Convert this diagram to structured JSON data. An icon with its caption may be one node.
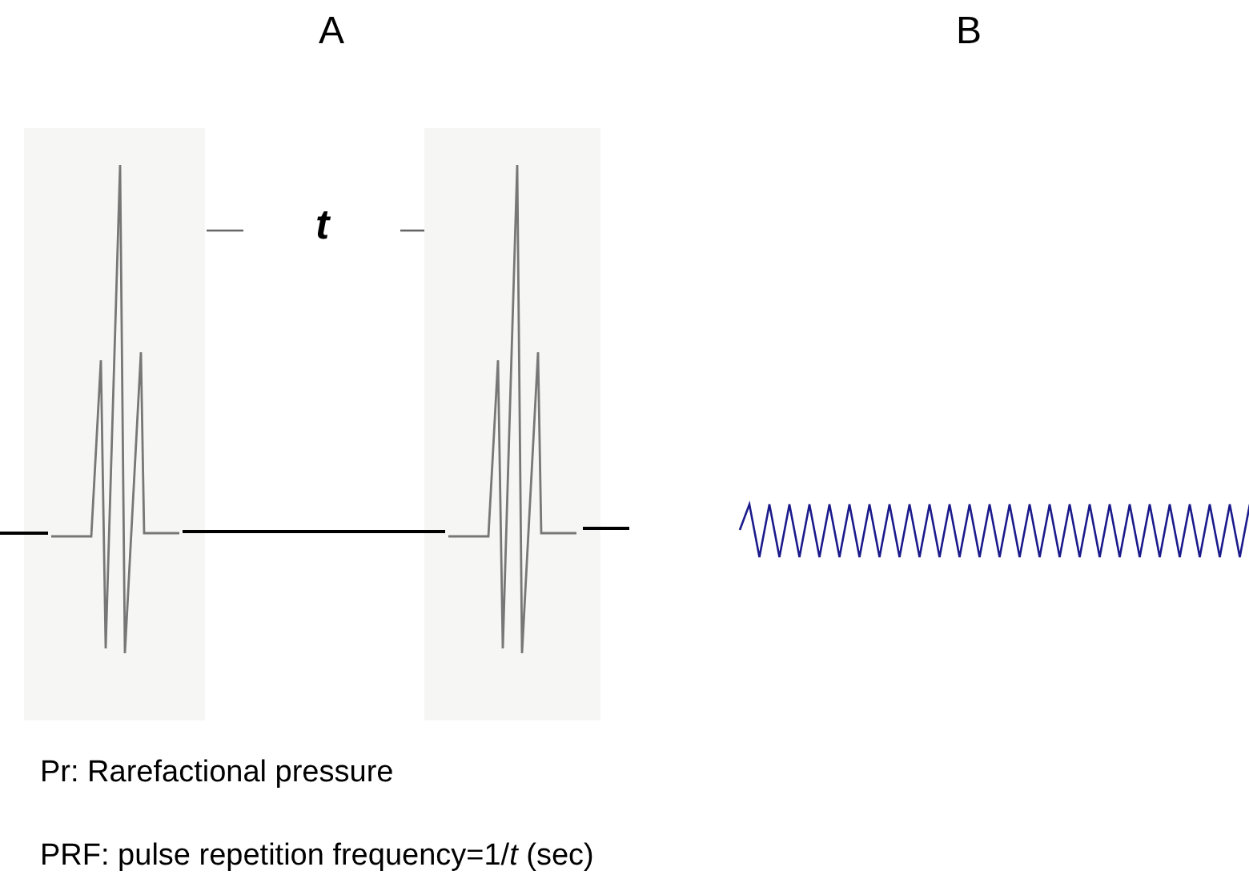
{
  "diagram": {
    "labels": [
      "A",
      "B",
      "t",
      "Pr: Rarefactional pressure",
      "PRF: pulse repetition frequency=1/*t* (sec)"
    ]
  }
}
